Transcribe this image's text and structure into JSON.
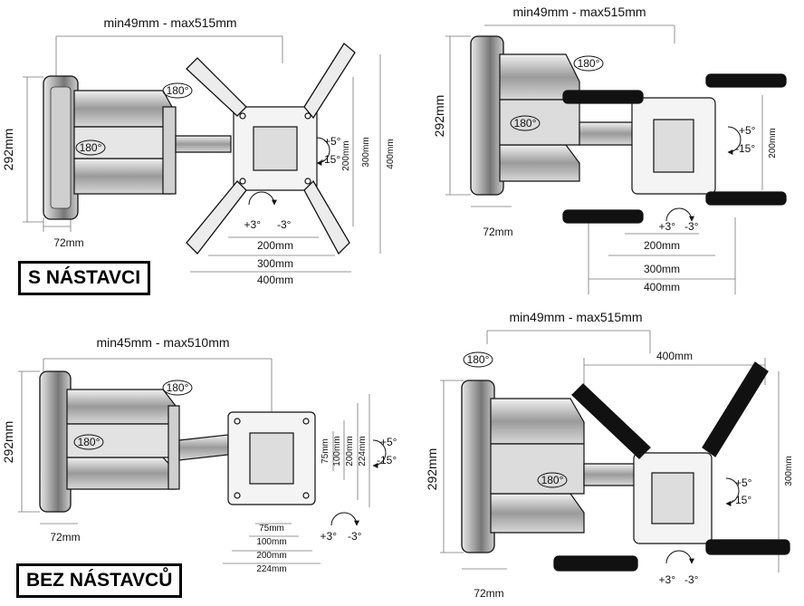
{
  "panels": [
    {
      "id": "tl",
      "reach": "min49mm - max515mm",
      "height_label": "292mm",
      "depth_label": "72mm",
      "rot_arm": "180°",
      "rot_wall": "180°",
      "tilt_up": "+5°",
      "tilt_down": "-15°",
      "swivel_pos": "+3°",
      "swivel_neg": "-3°",
      "v_dims": [
        "200mm",
        "300mm",
        "400mm"
      ],
      "h_dims": [
        "200mm",
        "300mm",
        "400mm"
      ],
      "caption": "S NÁSTAVCI"
    },
    {
      "id": "tr",
      "reach": "min49mm - max515mm",
      "height_label": "292mm",
      "depth_label": "72mm",
      "rot_arm": "180°",
      "rot_wall": "180°",
      "tilt_up": "+5°",
      "tilt_down": "-15°",
      "swivel_pos": "+3°",
      "swivel_neg": "-3°",
      "v_dims": [
        "200mm"
      ],
      "h_dims": [
        "200mm",
        "300mm",
        "400mm"
      ]
    },
    {
      "id": "bl",
      "reach": "min45mm - max510mm",
      "height_label": "292mm",
      "depth_label": "72mm",
      "rot_arm": "180°",
      "rot_wall": "180°",
      "tilt_up": "+5°",
      "tilt_down": "-15°",
      "swivel_pos": "+3°",
      "swivel_neg": "-3°",
      "v_dims": [
        "75mm",
        "100mm",
        "200mm",
        "224mm"
      ],
      "h_dims": [
        "75mm",
        "100mm",
        "200mm",
        "224mm"
      ],
      "caption": "BEZ NÁSTAVCŮ"
    },
    {
      "id": "br",
      "reach": "min49mm - max515mm",
      "height_label": "292mm",
      "depth_label": "72mm",
      "rot_arm": "180°",
      "rot_wall": "180°",
      "tilt_up": "+5°",
      "tilt_down": "-15°",
      "swivel_pos": "+3°",
      "swivel_neg": "-3°",
      "width_label": "400mm",
      "v_dims": [
        "300mm"
      ]
    }
  ]
}
